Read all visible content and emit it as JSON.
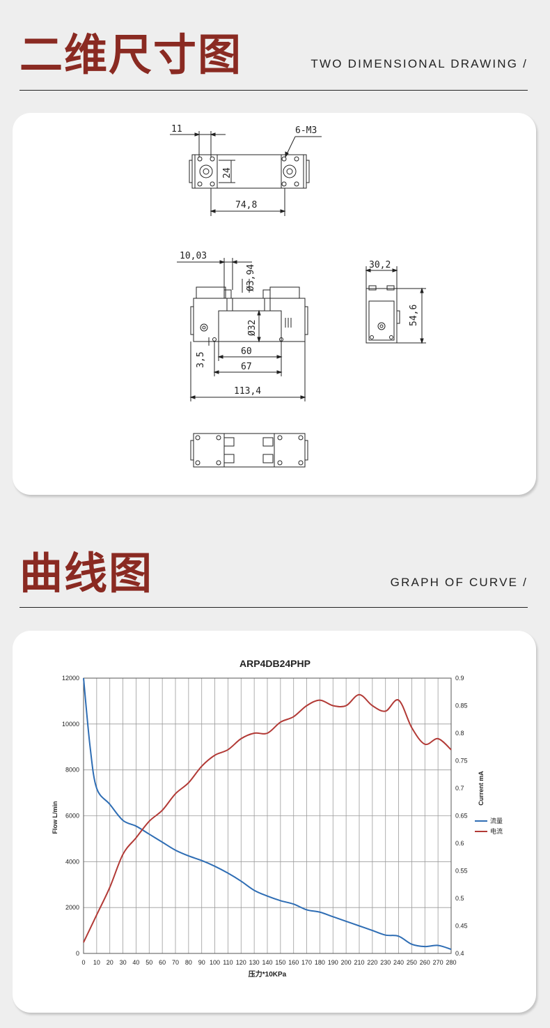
{
  "section1": {
    "title_cn": "二维尺寸图",
    "title_en": "TWO DIMENSIONAL DRAWING /"
  },
  "drawing": {
    "dim_11": "11",
    "dim_6m3": "6-M3",
    "dim_24": "24",
    "dim_74_8": "74,8",
    "dim_10_03": "10,03",
    "dim_d3_94": "Ø3,94",
    "dim_d32": "Ø32",
    "dim_60": "60",
    "dim_67": "67",
    "dim_3_5": "3,5",
    "dim_113_4": "113,4",
    "dim_30_2": "30,2",
    "dim_54_6": "54,6"
  },
  "section2": {
    "title_cn": "曲线图",
    "title_en": "GRAPH OF CURVE /"
  },
  "colors": {
    "brand_red": "#8a2a22",
    "flow_blue": "#2e6db4",
    "current_red": "#b23a36"
  },
  "chart_data": {
    "type": "line",
    "title": "ARP4DB24PHP",
    "xlabel": "压力*10KPa",
    "ylabel_left": "Flow L/min",
    "ylabel_right": "Current mA",
    "xlim": [
      0,
      280
    ],
    "ylim_left": [
      0,
      12000
    ],
    "ylim_right": [
      0.4,
      0.9
    ],
    "x_ticks": [
      0,
      10,
      20,
      30,
      40,
      50,
      60,
      70,
      80,
      90,
      100,
      110,
      120,
      130,
      140,
      150,
      160,
      170,
      180,
      190,
      200,
      210,
      220,
      230,
      240,
      250,
      260,
      270,
      280
    ],
    "y_left_ticks": [
      0,
      2000,
      4000,
      6000,
      8000,
      10000,
      12000
    ],
    "y_right_ticks": [
      0.4,
      0.45,
      0.5,
      0.55,
      0.6,
      0.65,
      0.7,
      0.75,
      0.8,
      0.85,
      0.9
    ],
    "legend_position": "right",
    "grid": true,
    "series": [
      {
        "name": "流量",
        "axis": "left",
        "color": "#2e6db4",
        "x": [
          0,
          5,
          10,
          20,
          30,
          40,
          50,
          60,
          70,
          80,
          90,
          100,
          110,
          120,
          130,
          140,
          150,
          160,
          170,
          180,
          190,
          200,
          210,
          220,
          230,
          240,
          250,
          260,
          270,
          280
        ],
        "values": [
          12000,
          9000,
          7200,
          6500,
          5800,
          5550,
          5200,
          4850,
          4500,
          4250,
          4050,
          3800,
          3500,
          3150,
          2750,
          2500,
          2300,
          2150,
          1900,
          1800,
          1600,
          1400,
          1200,
          1000,
          800,
          750,
          400,
          300,
          350,
          180
        ]
      },
      {
        "name": "电流",
        "axis": "right",
        "color": "#b23a36",
        "x": [
          0,
          10,
          20,
          30,
          40,
          50,
          60,
          70,
          80,
          90,
          100,
          110,
          120,
          130,
          140,
          150,
          160,
          170,
          180,
          190,
          200,
          210,
          220,
          230,
          240,
          250,
          260,
          270,
          280
        ],
        "values": [
          0.42,
          0.47,
          0.52,
          0.58,
          0.61,
          0.64,
          0.66,
          0.69,
          0.71,
          0.74,
          0.76,
          0.77,
          0.79,
          0.8,
          0.8,
          0.82,
          0.83,
          0.85,
          0.86,
          0.85,
          0.85,
          0.87,
          0.85,
          0.84,
          0.86,
          0.81,
          0.78,
          0.79,
          0.77
        ]
      }
    ]
  }
}
